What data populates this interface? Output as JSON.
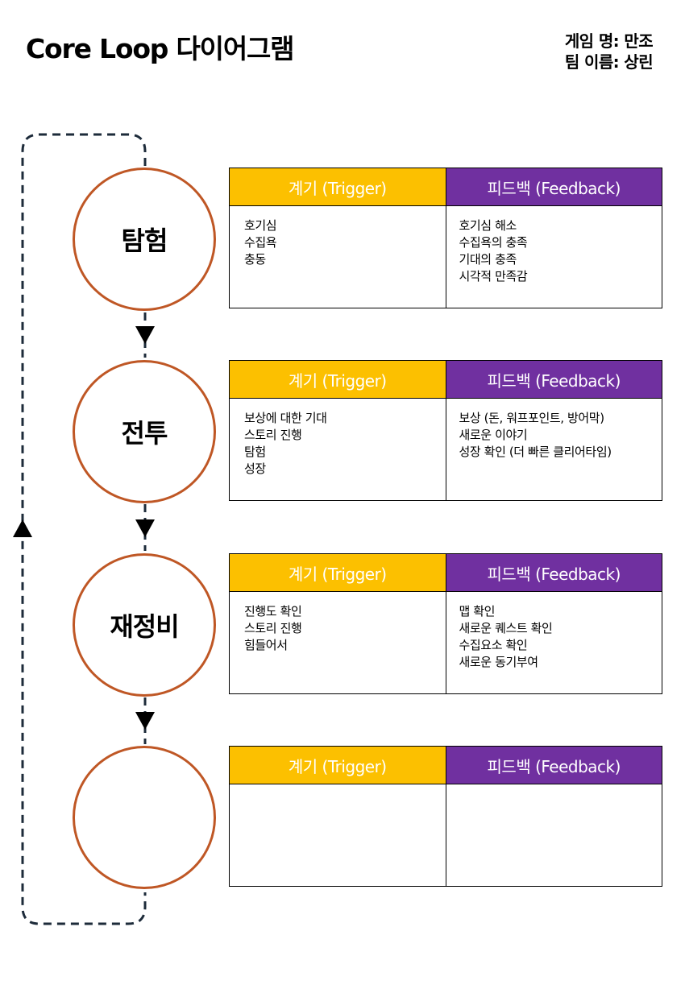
{
  "header": {
    "title": "Core Loop 다이어그램",
    "game_name": "게임 명: 만조",
    "team_name": "팀 이름: 상린"
  },
  "colors": {
    "circle_border": "#bf5725",
    "trigger_header": "#fcc000",
    "feedback_header": "#7030a0",
    "loop_line": "#1d2b3a"
  },
  "icons": {
    "flow_arrow": "down-arrow-icon",
    "loop_arrow": "up-arrow-icon"
  },
  "stages": [
    {
      "label": "탐험",
      "trigger_header": "계기 (Trigger)",
      "feedback_header": "피드백 (Feedback)",
      "triggers": [
        "호기심",
        "수집욕",
        "충동"
      ],
      "feedbacks": [
        "호기심 해소",
        "수집욕의 충족",
        "기대의 충족",
        "시각적 만족감"
      ]
    },
    {
      "label": "전투",
      "trigger_header": "계기 (Trigger)",
      "feedback_header": "피드백 (Feedback)",
      "triggers": [
        "보상에 대한 기대",
        "스토리 진행",
        "탐험",
        "성장"
      ],
      "feedbacks": [
        "보상 (돈, 워프포인트, 방어막)",
        "새로운 이야기",
        "성장 확인 (더 빠른 클리어타임)"
      ]
    },
    {
      "label": "재정비",
      "trigger_header": "계기 (Trigger)",
      "feedback_header": "피드백 (Feedback)",
      "triggers": [
        "진행도 확인",
        "스토리 진행",
        "힘들어서"
      ],
      "feedbacks": [
        "맵 확인",
        "새로운 퀘스트 확인",
        "수집요소 확인",
        "새로운 동기부여"
      ]
    },
    {
      "label": "",
      "trigger_header": "계기 (Trigger)",
      "feedback_header": "피드백 (Feedback)",
      "triggers": [],
      "feedbacks": []
    }
  ]
}
